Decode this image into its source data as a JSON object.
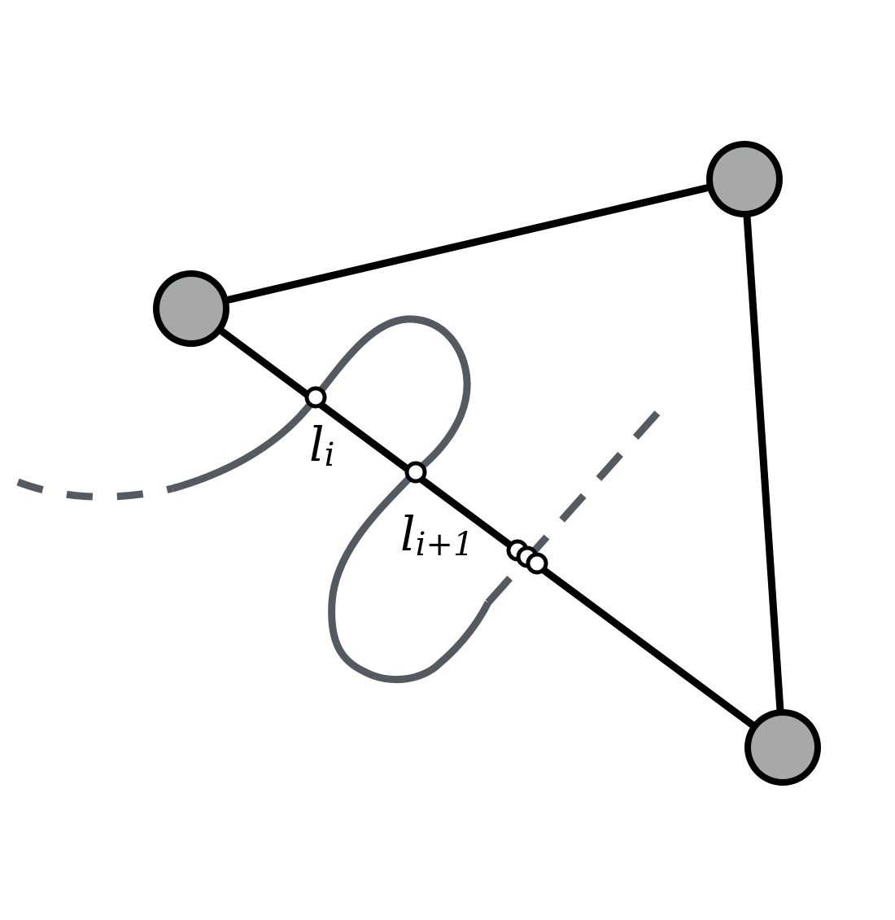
{
  "labels": {
    "i_main": "l",
    "i_sub": "i",
    "i1_main": "l",
    "i1_sub": "i+1"
  },
  "colors": {
    "edge": "#000000",
    "vertex_fill": "#a7a9a8",
    "curve": "#555a60",
    "intersection_fill": "#ffffff"
  },
  "elements": {
    "vertices": 3,
    "edges": 3,
    "intersection_points": 5
  }
}
